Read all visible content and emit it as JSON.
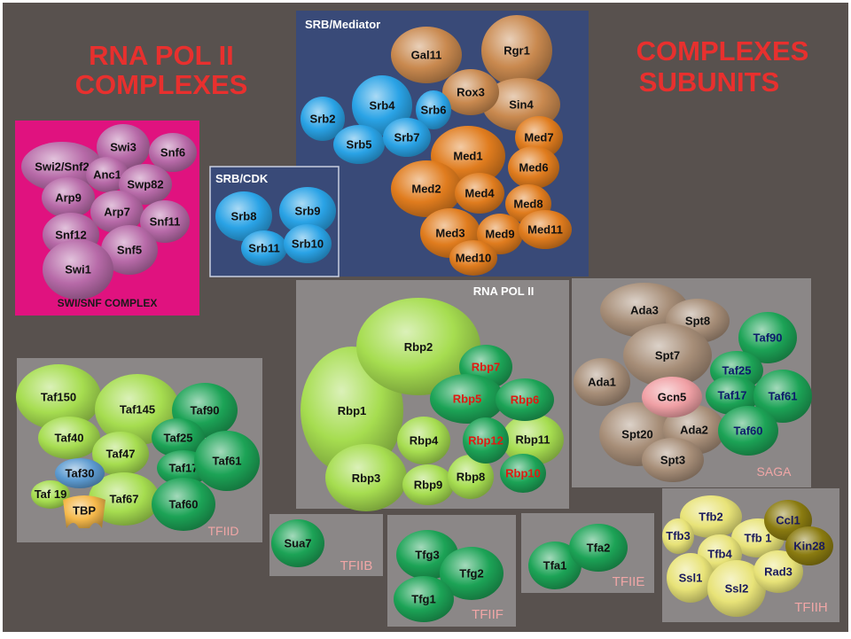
{
  "headings": {
    "left": [
      "RNA POL II",
      "COMPLEXES"
    ],
    "right": [
      "COMPLEXES",
      "SUBUNITS"
    ]
  },
  "colors": {
    "frame": "#58514e",
    "heading": "#e8302e",
    "swisnf_box": "#e0127f",
    "mediator_box": "#394a78",
    "gray_box": "#8b8787",
    "caption_pink": "#f0a6a6",
    "purple": "#b76aa8",
    "blue": "#2aa3e6",
    "orange": "#e07c1e",
    "tan": "#c9894f",
    "lightgreen": "#a6dd50",
    "green": "#1ca356",
    "yellow": "#e8e378",
    "olive": "#8a7b10",
    "brown": "#a78e78",
    "pink": "#f0a0a5",
    "steel": "#5c9ad0",
    "tbp": "#f5b84a"
  },
  "complexes": [
    {
      "id": "swisnf",
      "caption": "SWI/SNF COMPLEX",
      "subunits": [
        {
          "label": "Swi2/Snf2",
          "color": "purple"
        },
        {
          "label": "Swi3",
          "color": "purple"
        },
        {
          "label": "Snf6",
          "color": "purple"
        },
        {
          "label": "Anc1",
          "color": "purple"
        },
        {
          "label": "Swp82",
          "color": "purple"
        },
        {
          "label": "Arp9",
          "color": "purple"
        },
        {
          "label": "Arp7",
          "color": "purple"
        },
        {
          "label": "Snf11",
          "color": "purple"
        },
        {
          "label": "Snf12",
          "color": "purple"
        },
        {
          "label": "Snf5",
          "color": "purple"
        },
        {
          "label": "Swi1",
          "color": "purple"
        }
      ]
    },
    {
      "id": "mediator",
      "caption": "SRB/Mediator",
      "subunits": [
        {
          "label": "Gal11",
          "color": "tan"
        },
        {
          "label": "Rgr1",
          "color": "tan"
        },
        {
          "label": "Sin4",
          "color": "tan"
        },
        {
          "label": "Rox3",
          "color": "tan"
        },
        {
          "label": "Srb4",
          "color": "blue"
        },
        {
          "label": "Srb6",
          "color": "blue"
        },
        {
          "label": "Srb2",
          "color": "blue"
        },
        {
          "label": "Srb5",
          "color": "blue"
        },
        {
          "label": "Srb7",
          "color": "blue"
        },
        {
          "label": "Med7",
          "color": "orange"
        },
        {
          "label": "Med1",
          "color": "orange"
        },
        {
          "label": "Med6",
          "color": "orange"
        },
        {
          "label": "Med2",
          "color": "orange"
        },
        {
          "label": "Med4",
          "color": "orange"
        },
        {
          "label": "Med8",
          "color": "orange"
        },
        {
          "label": "Med3",
          "color": "orange"
        },
        {
          "label": "Med9",
          "color": "orange"
        },
        {
          "label": "Med11",
          "color": "orange"
        },
        {
          "label": "Med10",
          "color": "orange"
        }
      ]
    },
    {
      "id": "srbcdk",
      "caption": "SRB/CDK",
      "subunits": [
        {
          "label": "Srb8",
          "color": "blue"
        },
        {
          "label": "Srb9",
          "color": "blue"
        },
        {
          "label": "Srb11",
          "color": "blue"
        },
        {
          "label": "Srb10",
          "color": "blue"
        }
      ]
    },
    {
      "id": "rnapol2",
      "caption": "RNA POL II",
      "subunits": [
        {
          "label": "Rbp1",
          "color": "lightgreen"
        },
        {
          "label": "Rbp2",
          "color": "lightgreen"
        },
        {
          "label": "Rbp3",
          "color": "lightgreen"
        },
        {
          "label": "Rbp4",
          "color": "lightgreen"
        },
        {
          "label": "Rbp9",
          "color": "lightgreen"
        },
        {
          "label": "Rbp8",
          "color": "lightgreen"
        },
        {
          "label": "Rbp11",
          "color": "lightgreen"
        },
        {
          "label": "Rbp7",
          "color": "green"
        },
        {
          "label": "Rbp5",
          "color": "green"
        },
        {
          "label": "Rbp6",
          "color": "green"
        },
        {
          "label": "Rbp12",
          "color": "green"
        },
        {
          "label": "Rbp10",
          "color": "green"
        }
      ]
    },
    {
      "id": "saga",
      "caption": "SAGA",
      "subunits": [
        {
          "label": "Ada3",
          "color": "brown"
        },
        {
          "label": "Spt8",
          "color": "brown"
        },
        {
          "label": "Spt7",
          "color": "brown"
        },
        {
          "label": "Ada1",
          "color": "brown"
        },
        {
          "label": "Spt20",
          "color": "brown"
        },
        {
          "label": "Ada2",
          "color": "brown"
        },
        {
          "label": "Spt3",
          "color": "brown"
        },
        {
          "label": "Gcn5",
          "color": "pink"
        },
        {
          "label": "Taf90",
          "color": "green"
        },
        {
          "label": "Taf25",
          "color": "green"
        },
        {
          "label": "Taf17",
          "color": "green"
        },
        {
          "label": "Taf61",
          "color": "green"
        },
        {
          "label": "Taf60",
          "color": "green"
        }
      ]
    },
    {
      "id": "tfiid",
      "caption": "TFIID",
      "subunits": [
        {
          "label": "Taf150",
          "color": "lightgreen"
        },
        {
          "label": "Taf145",
          "color": "lightgreen"
        },
        {
          "label": "Taf40",
          "color": "lightgreen"
        },
        {
          "label": "Taf47",
          "color": "lightgreen"
        },
        {
          "label": "Taf67",
          "color": "lightgreen"
        },
        {
          "label": "Taf 19",
          "color": "lightgreen"
        },
        {
          "label": "Taf30",
          "color": "steel"
        },
        {
          "label": "TBP",
          "color": "tbp"
        },
        {
          "label": "Taf90",
          "color": "green"
        },
        {
          "label": "Taf25",
          "color": "green"
        },
        {
          "label": "Taf17",
          "color": "green"
        },
        {
          "label": "Taf61",
          "color": "green"
        },
        {
          "label": "Taf60",
          "color": "green"
        }
      ]
    },
    {
      "id": "tfiib",
      "caption": "TFIIB",
      "subunits": [
        {
          "label": "Sua7",
          "color": "green"
        }
      ]
    },
    {
      "id": "tfiif",
      "caption": "TFIIF",
      "subunits": [
        {
          "label": "Tfg3",
          "color": "green"
        },
        {
          "label": "Tfg2",
          "color": "green"
        },
        {
          "label": "Tfg1",
          "color": "green"
        }
      ]
    },
    {
      "id": "tfiie",
      "caption": "TFIIE",
      "subunits": [
        {
          "label": "Tfa1",
          "color": "green"
        },
        {
          "label": "Tfa2",
          "color": "green"
        }
      ]
    },
    {
      "id": "tfiih",
      "caption": "TFIIH",
      "subunits": [
        {
          "label": "Tfb2",
          "color": "yellow"
        },
        {
          "label": "Tfb3",
          "color": "yellow"
        },
        {
          "label": "Tfb 1",
          "color": "yellow"
        },
        {
          "label": "Tfb4",
          "color": "yellow"
        },
        {
          "label": "Ssl1",
          "color": "yellow"
        },
        {
          "label": "Ssl2",
          "color": "yellow"
        },
        {
          "label": "Rad3",
          "color": "yellow"
        },
        {
          "label": "Ccl1",
          "color": "olive"
        },
        {
          "label": "Kin28",
          "color": "olive"
        }
      ]
    }
  ]
}
